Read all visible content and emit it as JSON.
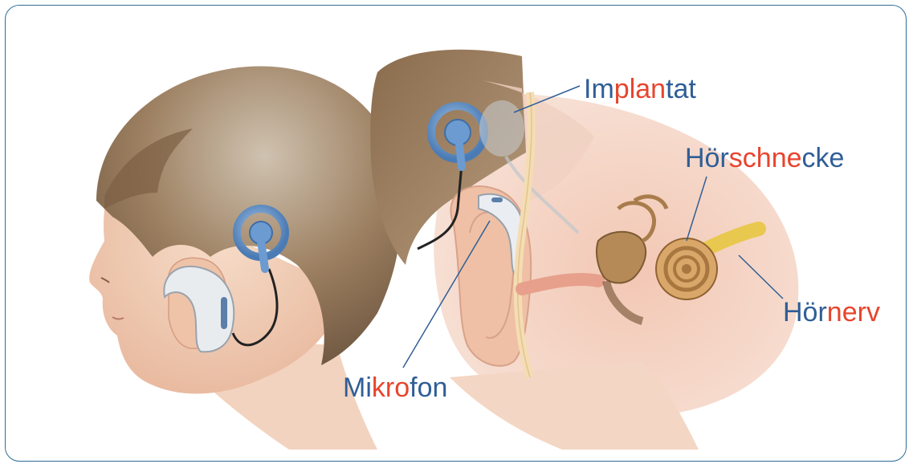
{
  "colors": {
    "label_blue": "#2f5e96",
    "label_red": "#e8442d",
    "frame": "#2f6d96"
  },
  "labels": {
    "implantat": {
      "parts": [
        "Im",
        "plan",
        "tat"
      ]
    },
    "hoerschnecke": {
      "parts": [
        "Hör",
        "schne",
        "cke"
      ]
    },
    "hoernerv": {
      "parts": [
        "Hör",
        "nerv",
        ""
      ]
    },
    "mikrofon": {
      "parts": [
        "Mi",
        "kro",
        "fon"
      ]
    }
  }
}
